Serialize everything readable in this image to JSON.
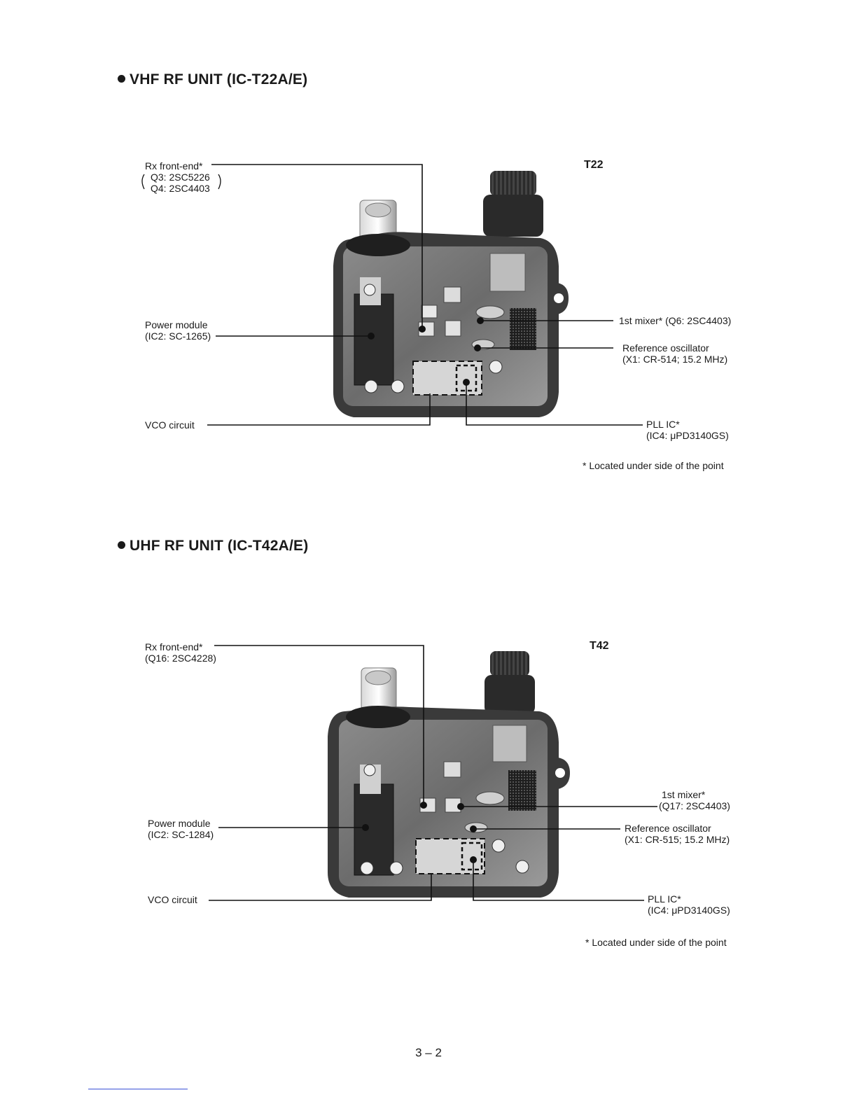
{
  "page_number": "3 – 2",
  "sections": [
    {
      "title": "VHF RF UNIT (IC-T22A/E)",
      "model_label": "T22",
      "rx_frontend": {
        "title": "Rx front-end*",
        "lines": [
          "Q3: 2SC5226",
          "Q4: 2SC4403"
        ]
      },
      "power_module": {
        "title": "Power module",
        "detail": "(IC2: SC-1265)"
      },
      "vco": "VCO circuit",
      "mixer": "1st mixer* (Q6: 2SC4403)",
      "ref_osc": {
        "title": "Reference oscillator",
        "detail": "(X1: CR-514; 15.2 MHz)"
      },
      "pll": {
        "title": "PLL IC*",
        "detail": "(IC4: μPD3140GS)"
      },
      "note": "* Located under side of the point"
    },
    {
      "title": "UHF RF UNIT (IC-T42A/E)",
      "model_label": "T42",
      "rx_frontend": {
        "title": "Rx front-end*",
        "detail": "(Q16: 2SC4228)"
      },
      "power_module": {
        "title": "Power module",
        "detail": "(IC2: SC-1284)"
      },
      "vco": "VCO circuit",
      "mixer": {
        "title": "1st mixer*",
        "detail": "(Q17: 2SC4403)"
      },
      "ref_osc": {
        "title": "Reference oscillator",
        "detail": "(X1: CR-515; 15.2 MHz)"
      },
      "pll": {
        "title": "PLL IC*",
        "detail": "(IC4: μPD3140GS)"
      },
      "note": "* Located under side of the point"
    }
  ]
}
